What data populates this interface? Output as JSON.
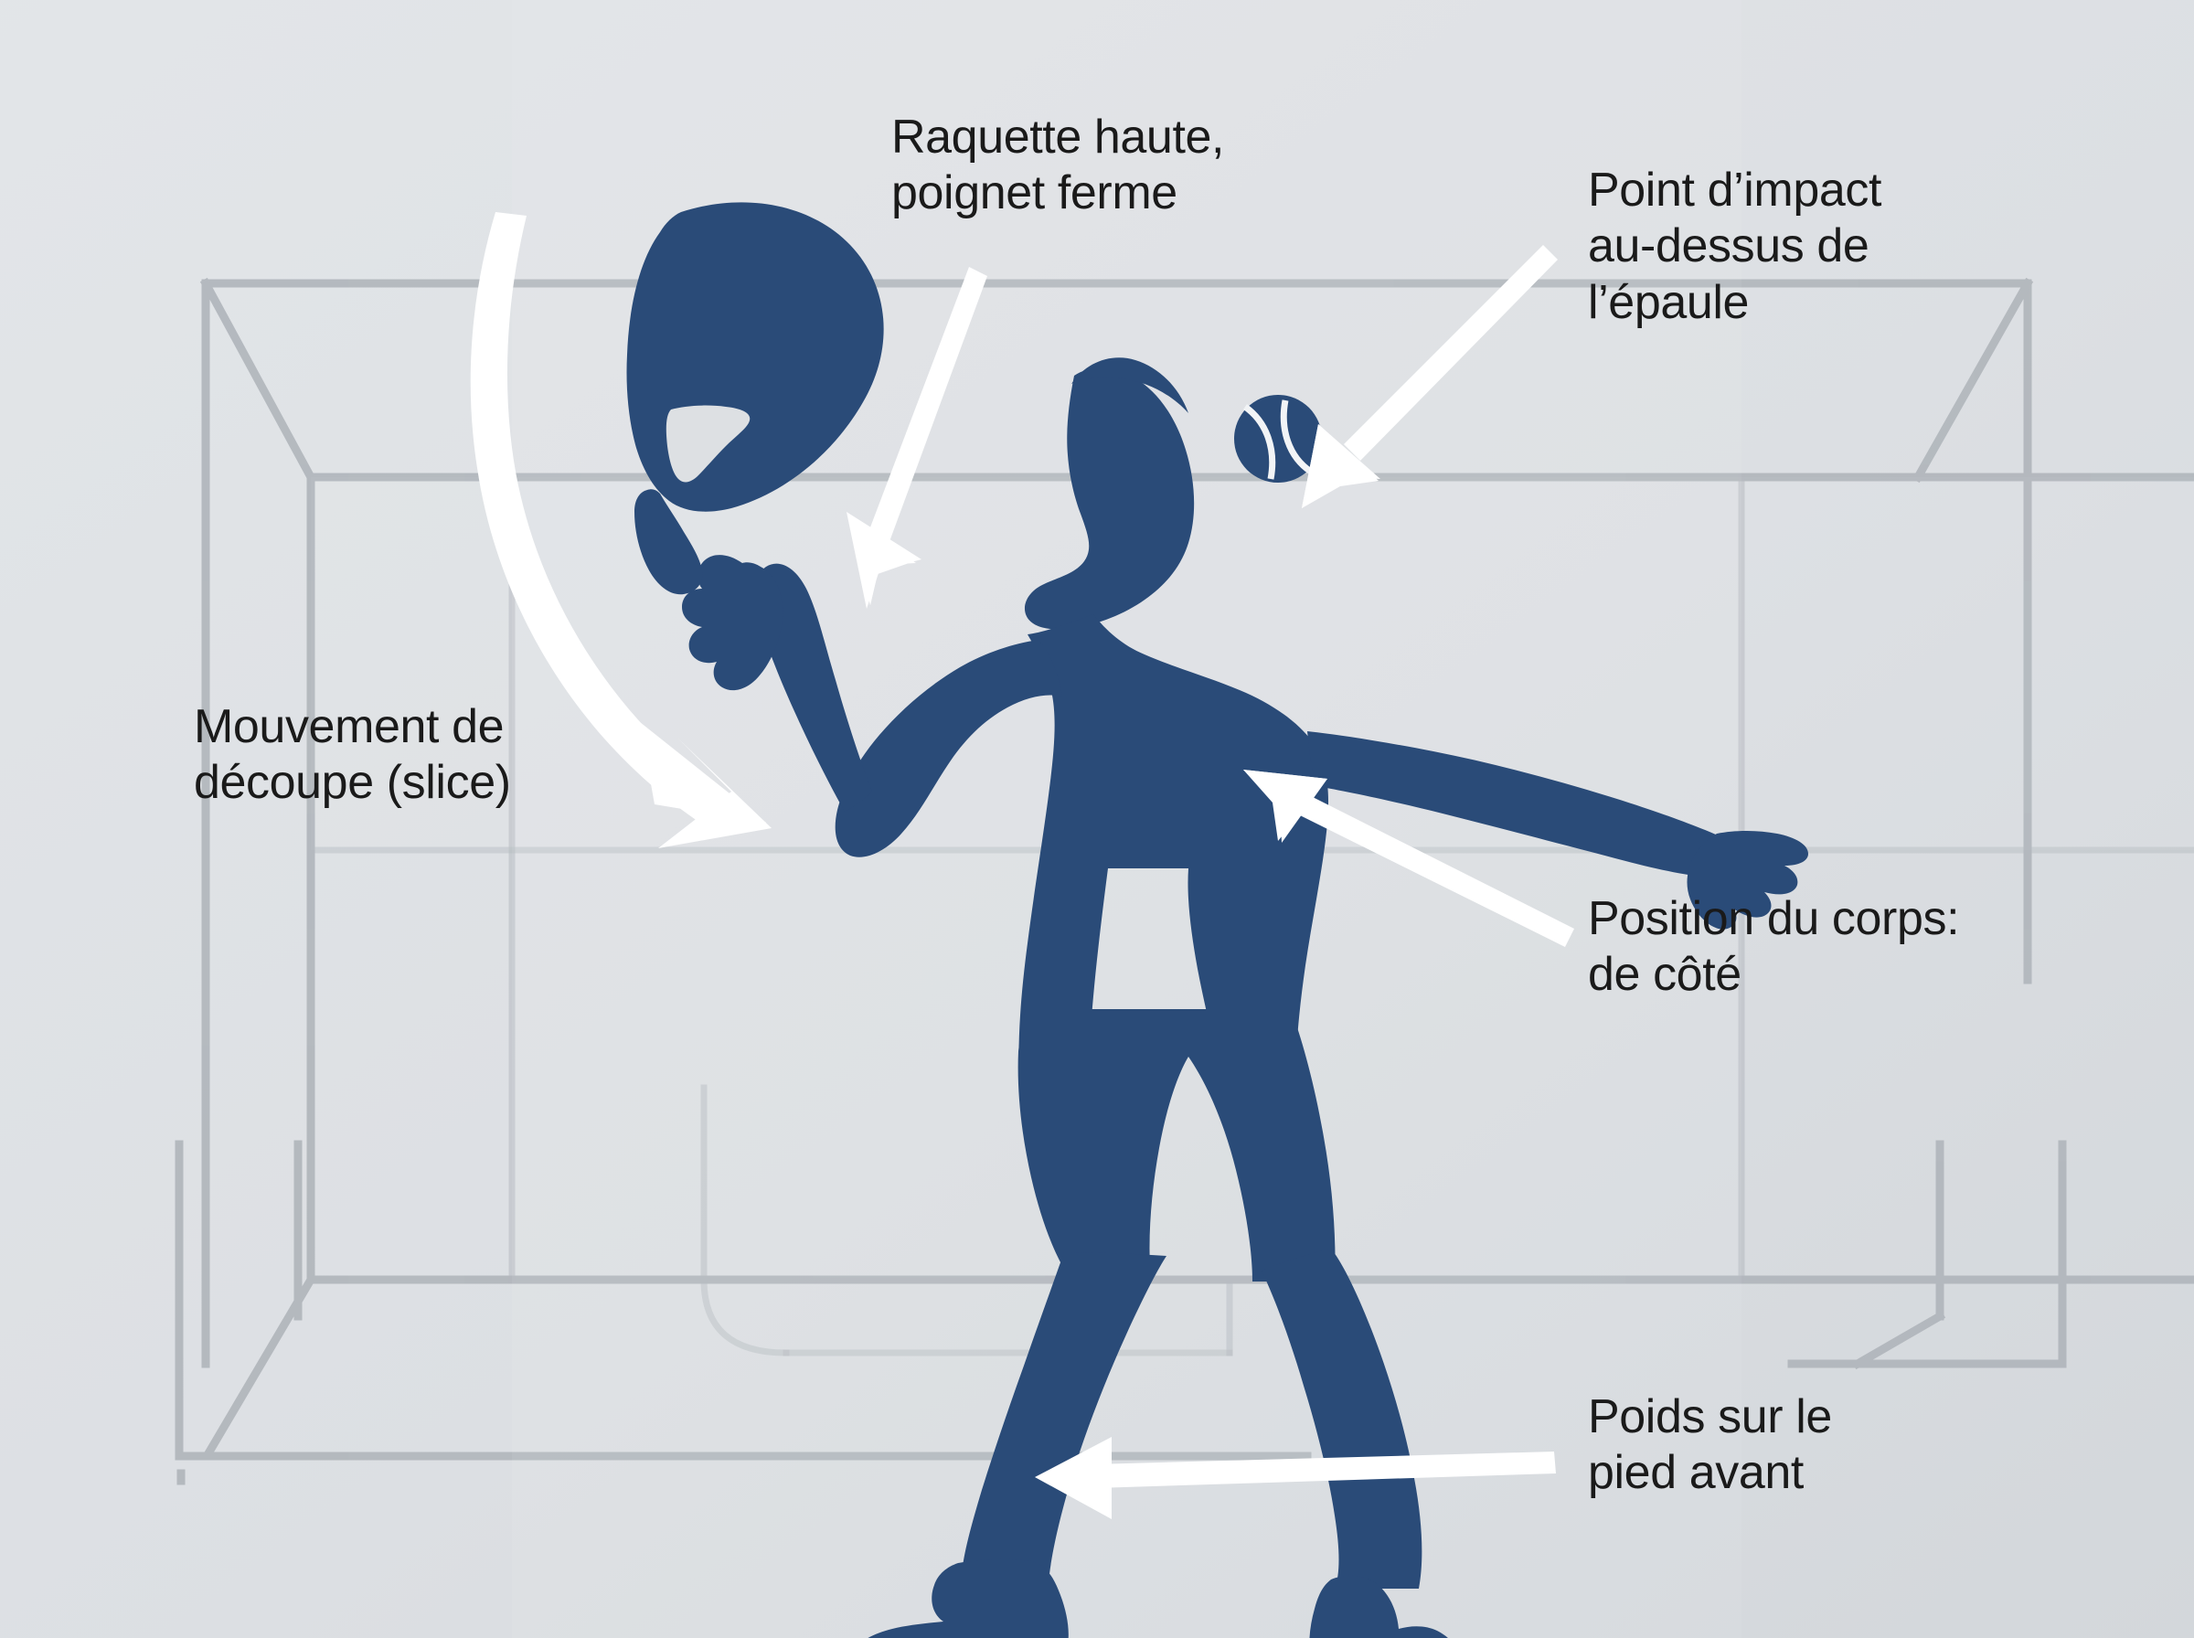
{
  "figure": {
    "kind": "sports-technique-diagram",
    "subject": "padel-player-overhead-slice",
    "background_color": "#dde0e3",
    "silhouette_color": "#2a4b78",
    "arrow_color": "#ffffff",
    "court_line_color": "#b2b7bd",
    "text_color": "#1a1a1a"
  },
  "annotations": [
    {
      "id": "racquet-high",
      "text": "Raquette haute,\npoignet ferme",
      "arrow": "down-left-straight",
      "points_to": "racquet-hand"
    },
    {
      "id": "impact-point",
      "text": "Point d’impact\nau-dessus de\nl’épaule",
      "arrow": "down-left-straight",
      "points_to": "ball"
    },
    {
      "id": "slice-motion",
      "text": "Mouvement de\ndécoupe (slice)",
      "arrow": "curved-sweep-down-right",
      "points_to": "swing-path"
    },
    {
      "id": "body-position",
      "text": "Position du corps:\nde côté",
      "arrow": "up-left-straight",
      "points_to": "torso-side"
    },
    {
      "id": "weight-front-foot",
      "text": "Poids sur le\npied avant",
      "arrow": "left-horizontal",
      "points_to": "front-foot"
    }
  ],
  "scene": {
    "player_label": "player-silhouette",
    "racquet_label": "padel-racquet",
    "ball_label": "tennis-ball",
    "court_label": "padel-court-wireframe"
  }
}
